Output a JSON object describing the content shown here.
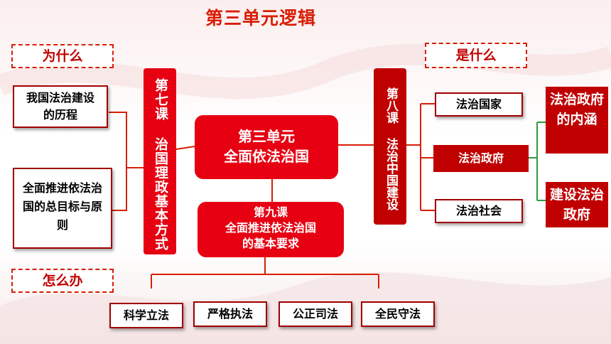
{
  "title": "第三单元逻辑",
  "headers": {
    "why": "为什么",
    "what": "是什么",
    "how": "怎么办"
  },
  "left_items": [
    "我国法治建设的历程",
    "全面推进依法治国的总目标与原则"
  ],
  "lesson7": "第七课 治国理政基本方式",
  "center": {
    "line1": "第三单元",
    "line2": "全面依法治国"
  },
  "lesson9": {
    "line1": "第九课",
    "line2": "全面推进依法治国",
    "line3": "的基本要求"
  },
  "lesson8": "第八课 法治中国建设",
  "right_items": [
    "法治国家",
    "法治政府",
    "法治社会"
  ],
  "far_right": [
    "法治政府的内涵",
    "建设法治政府"
  ],
  "bottom_items": [
    "科学立法",
    "严格执法",
    "公正司法",
    "全民守法"
  ],
  "colors": {
    "red": "#e60012",
    "dark_red": "#c00000",
    "line_green": "#2e9b3e"
  }
}
